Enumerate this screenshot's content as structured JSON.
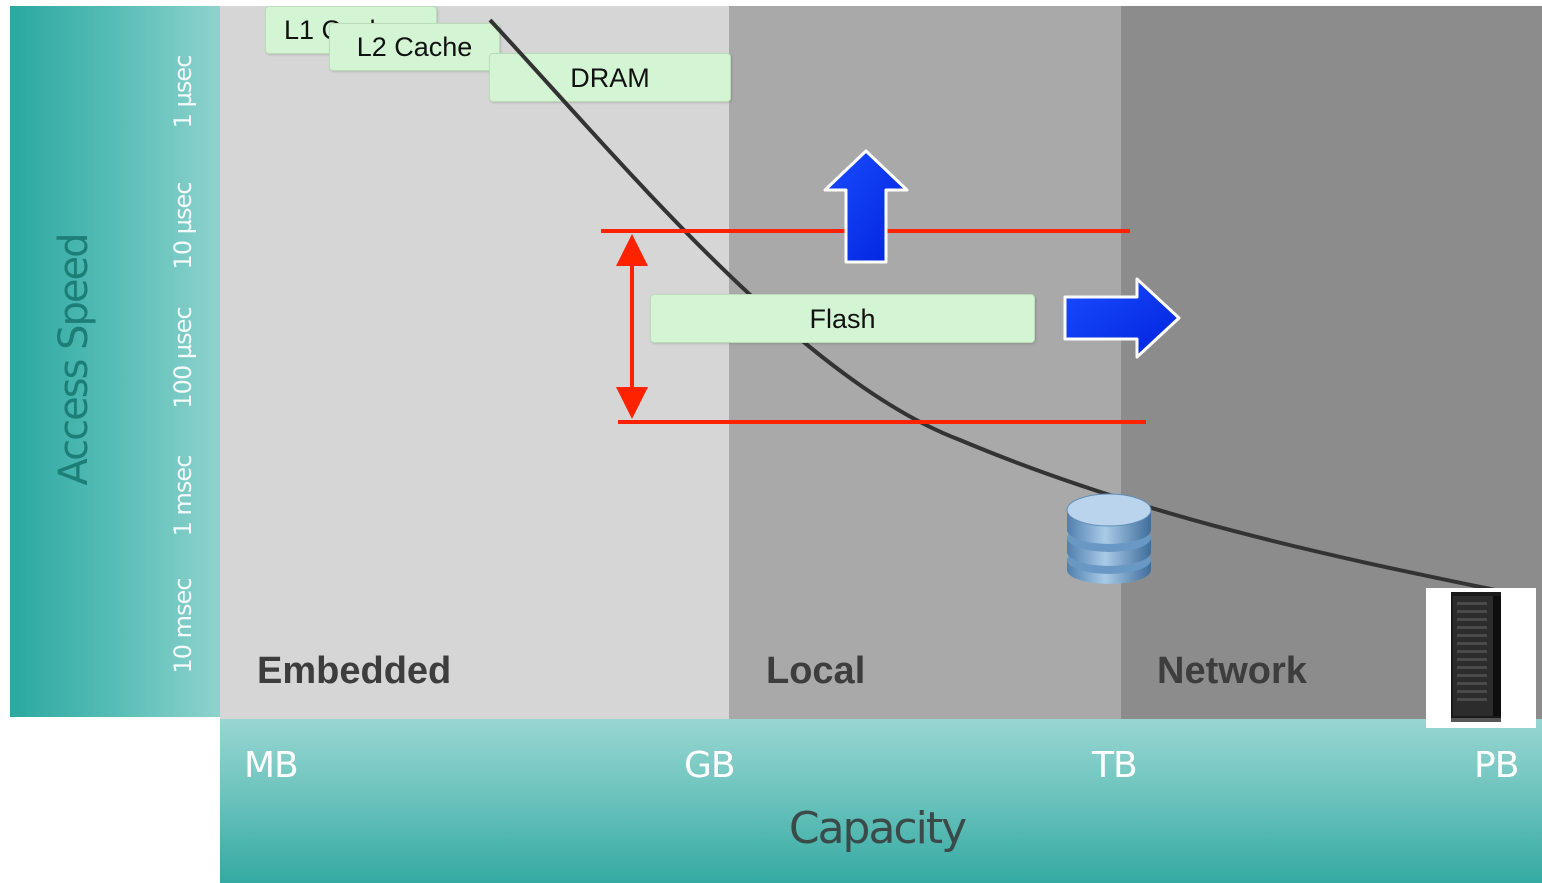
{
  "y_axis": {
    "title": "Access Speed",
    "ticks": [
      "1 µsec",
      "10 µsec",
      "100 µsec",
      "1 msec",
      "10 msec"
    ]
  },
  "x_axis": {
    "title": "Capacity",
    "ticks": [
      "MB",
      "GB",
      "TB",
      "PB"
    ]
  },
  "zones": {
    "embedded": "Embedded",
    "local": "Local",
    "network": "Network"
  },
  "memory_boxes": {
    "l1": "L1 Cache",
    "l2": "L2 Cache",
    "dram": "DRAM",
    "flash": "Flash"
  },
  "colors": {
    "teal_axis": "#2aa8a0",
    "embedded_bg": "#d6d6d6",
    "local_bg": "#a9a9a9",
    "network_bg": "#8c8c8c",
    "box_fill": "#d4f5d4",
    "range_line": "#ff2200",
    "arrow_blue": "#0033ff",
    "curve": "#333333"
  },
  "icons": {
    "storage": "database-icon",
    "server": "server-rack-icon",
    "up_arrow": "arrow-up-icon",
    "right_arrow": "arrow-right-icon"
  }
}
